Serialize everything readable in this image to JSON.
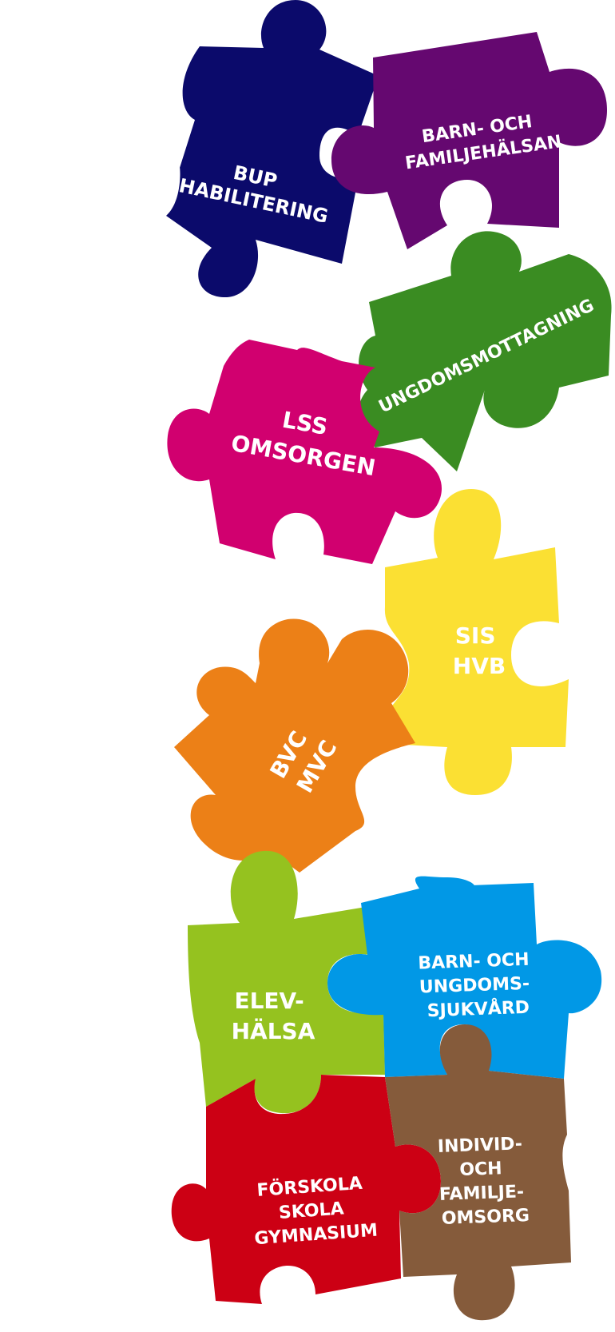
{
  "pieces": [
    {
      "id": "bup",
      "color": "#0b0a6b",
      "lines": [
        "BUP",
        "HABILITERING"
      ]
    },
    {
      "id": "barn-familj",
      "color": "#650870",
      "lines": [
        "BARN- OCH",
        "FAMILJEHÄLSAN"
      ]
    },
    {
      "id": "ungdom",
      "color": "#3a8c22",
      "lines": [
        "UNGDOMSMOTTAGNING"
      ]
    },
    {
      "id": "lss",
      "color": "#d1006f",
      "lines": [
        "LSS",
        "OMSORGEN"
      ]
    },
    {
      "id": "sis",
      "color": "#fbe033",
      "lines": [
        "SIS",
        "HVB"
      ]
    },
    {
      "id": "bvc",
      "color": "#ec8017",
      "lines": [
        "BVC",
        "MVC"
      ]
    },
    {
      "id": "elev",
      "color": "#95c21f",
      "lines": [
        "ELEV-",
        "HÄLSA"
      ]
    },
    {
      "id": "barn-ungdom",
      "color": "#0198e6",
      "lines": [
        "BARN- OCH",
        "UNGDOMS-",
        "SJUKVÅRD"
      ]
    },
    {
      "id": "forskola",
      "color": "#cc0014",
      "lines": [
        "FÖRSKOLA",
        "SKOLA",
        "GYMNASIUM"
      ]
    },
    {
      "id": "individ",
      "color": "#855b3b",
      "lines": [
        "INDIVID-",
        "OCH",
        "FAMILJE-",
        "OMSORG"
      ]
    }
  ]
}
